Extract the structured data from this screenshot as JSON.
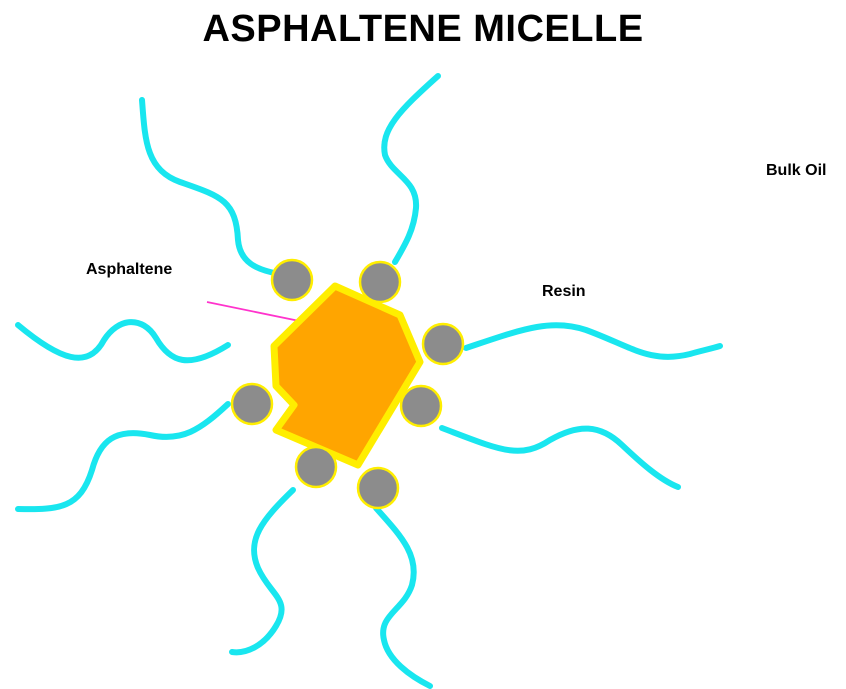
{
  "title": "ASPHALTENE MICELLE",
  "labels": {
    "bulk_oil": "Bulk Oil",
    "asphaltene": "Asphaltene",
    "resin": "Resin"
  },
  "colors": {
    "tail": "#19e6ef",
    "core_fill": "#ffa500",
    "core_outline": "#ffee00",
    "resin_head": "#8c8c8c",
    "resin_head_outline": "#ffee00",
    "pointer": "#ff33cc"
  }
}
